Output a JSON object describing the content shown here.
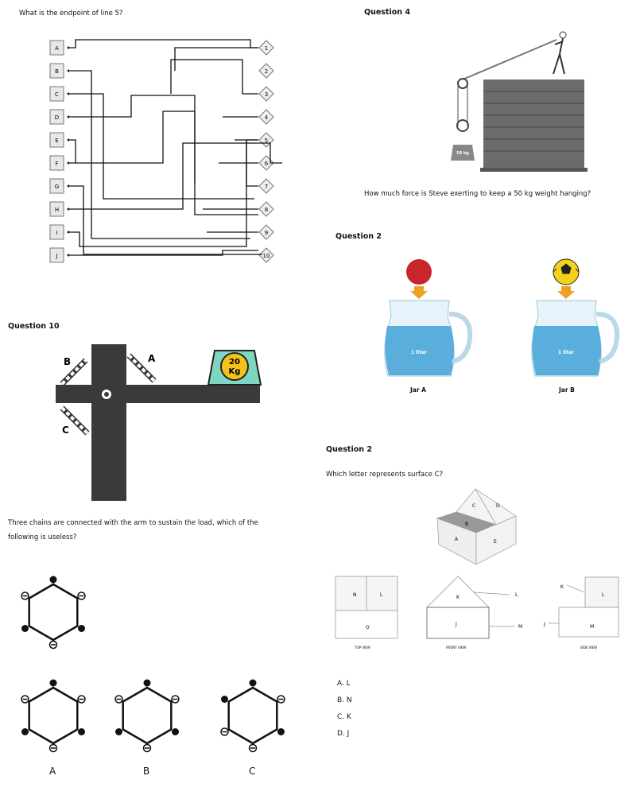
{
  "wiring": {
    "question": "What is the endpoint of line 5?",
    "left_labels": [
      "A",
      "B",
      "C",
      "D",
      "E",
      "F",
      "G",
      "H",
      "I",
      "J"
    ],
    "right_labels": [
      "1",
      "2",
      "3",
      "4",
      "5",
      "6",
      "7",
      "8",
      "9",
      "10"
    ]
  },
  "q4": {
    "heading": "Question 4",
    "weight_label": "50 kg",
    "question": "How much force is Steve exerting to keep a 50 kg weight hanging?"
  },
  "q2_jars": {
    "heading": "Question 2",
    "jar_a": {
      "volume": "1 liter",
      "label": "Jar A"
    },
    "jar_b": {
      "volume": "1 liter",
      "label": "Jar B"
    }
  },
  "q10": {
    "heading": "Question 10",
    "chain_labels": [
      "A",
      "B",
      "C"
    ],
    "weight_value": "20",
    "weight_unit": "Kg",
    "question_line1": "Three chains are connected with the arm to sustain the load, which of the",
    "question_line2": "following is useless?"
  },
  "hexagons": {
    "options": [
      "A",
      "B",
      "C"
    ]
  },
  "q2_surface": {
    "heading": "Question 2",
    "question": "Which letter represents surface C?",
    "iso_faces": [
      "A",
      "B",
      "C",
      "D",
      "E"
    ],
    "top_view": {
      "caption": "TOP VIEW",
      "faces": [
        "N",
        "L",
        "O"
      ]
    },
    "front_view": {
      "caption": "FRONT VIEW",
      "faces": [
        "K",
        "J"
      ],
      "callouts": [
        "L",
        "M"
      ]
    },
    "side_view": {
      "caption": "SIDE VIEW",
      "faces": [
        "L",
        "M"
      ],
      "callouts": [
        "K",
        "J"
      ]
    },
    "options": [
      "A.  L",
      "B.  N",
      "C.  K",
      "D.  J"
    ]
  },
  "colors": {
    "weight_fill": "#7fd6c0",
    "weight_disc": "#f4c21a",
    "water": "#5aaedb",
    "lever": "#3a3a3a"
  }
}
